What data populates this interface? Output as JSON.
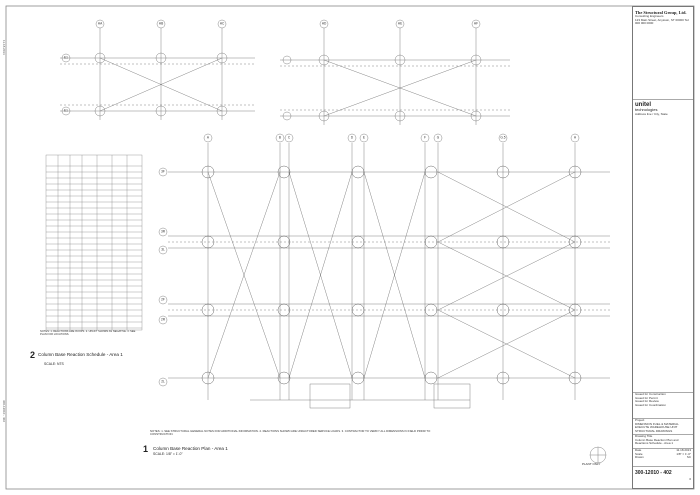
{
  "title_block": {
    "firm_name": "The Structural Group, Ltd.",
    "firm_sub": "Consulting Engineers",
    "firm_addr": "123 Main Street, Anytown, ST 00000 Tel: 000 000 0000",
    "client_name": "unitel",
    "client_sub": "technologies",
    "client_addr": "Address line / City, State",
    "project_label": "Project",
    "project_name": "DIMENSION FUEL & MATERIAL EXECUTE WAREHOUSE UNIT STRUCTURAL DRAWINGS",
    "drawing_title_label": "Drawing Title",
    "drawing_title": "Column Base Reaction Plan and Reactions Schedule - Area 1",
    "date_label": "Date",
    "date_value": "11.18.2013",
    "scale_label": "Scale",
    "scale_value": "1/8\" = 1'-0\"",
    "drawn_label": "Drawn",
    "drawn_value": "SC",
    "drawing_no": "300-12010 - 402",
    "rev_value": "0",
    "revisions": [
      "Issued for Construction",
      "Issued for Permit",
      "Issued for Review",
      "Issued for Coordination"
    ]
  },
  "schedule": {
    "title": "Column Base Reaction Schedule - Area 1",
    "number": "2",
    "scale": "SCALE: NTS"
  },
  "plan": {
    "title": "Column Base Reaction Plan - Area 1",
    "number": "1",
    "scale": "SCALE: 1/8\" = 1'-0\""
  },
  "keyplan": {
    "label": "PLANT ONLY"
  },
  "notes": {
    "plan": "NOTES: 1. SEE STRUCTURAL GENERAL NOTES FOR ADDITIONAL INFORMATION. 2. REACTIONS SHOWN ARE UNFACTORED SERVICE LOADS. 3. CONTRACTOR TO VERIFY ALL DIMENSIONS IN FIELD PRIOR TO CONSTRUCTION.",
    "schedule": "NOTES: 1. REACTIONS ARE IN KIPS. 2. UPLIFT SHOWN AS NEGATIVE. 3. SEE PLAN FOR LOCATIONS."
  },
  "grids_top": [
    "HA",
    "HB",
    "HC",
    "HD",
    "HE",
    "HF"
  ],
  "grids_main": [
    "A",
    "B",
    "C",
    "D",
    "E",
    "F",
    "G",
    "G.5",
    "H"
  ],
  "rows_main": [
    "3F",
    "3R",
    "3L",
    "2F",
    "2R",
    "2L",
    "1R"
  ],
  "rows_top": [
    "E1",
    "E1"
  ]
}
